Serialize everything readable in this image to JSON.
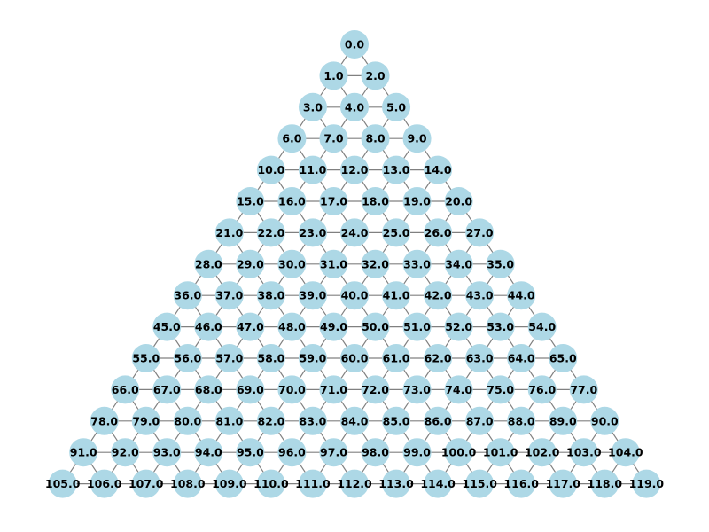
{
  "graph": {
    "type": "triangular-lattice",
    "rows": 15,
    "node_color": "#add8e6",
    "edge_color": "#808080",
    "label_color": "#000000",
    "labels": [
      "0.0",
      "1.0",
      "2.0",
      "3.0",
      "4.0",
      "5.0",
      "6.0",
      "7.0",
      "8.0",
      "9.0",
      "10.0",
      "11.0",
      "12.0",
      "13.0",
      "14.0",
      "15.0",
      "16.0",
      "17.0",
      "18.0",
      "19.0",
      "20.0",
      "21.0",
      "22.0",
      "23.0",
      "24.0",
      "25.0",
      "26.0",
      "27.0",
      "28.0",
      "29.0",
      "30.0",
      "31.0",
      "32.0",
      "33.0",
      "34.0",
      "35.0",
      "36.0",
      "37.0",
      "38.0",
      "39.0",
      "40.0",
      "41.0",
      "42.0",
      "43.0",
      "44.0",
      "45.0",
      "46.0",
      "47.0",
      "48.0",
      "49.0",
      "50.0",
      "51.0",
      "52.0",
      "53.0",
      "54.0",
      "55.0",
      "56.0",
      "57.0",
      "58.0",
      "59.0",
      "60.0",
      "61.0",
      "62.0",
      "63.0",
      "64.0",
      "65.0",
      "66.0",
      "67.0",
      "68.0",
      "69.0",
      "70.0",
      "71.0",
      "72.0",
      "73.0",
      "74.0",
      "75.0",
      "76.0",
      "77.0",
      "78.0",
      "79.0",
      "80.0",
      "81.0",
      "82.0",
      "83.0",
      "84.0",
      "85.0",
      "86.0",
      "87.0",
      "88.0",
      "89.0",
      "90.0",
      "91.0",
      "92.0",
      "93.0",
      "94.0",
      "95.0",
      "96.0",
      "97.0",
      "98.0",
      "99.0",
      "100.0",
      "101.0",
      "102.0",
      "103.0",
      "104.0",
      "105.0",
      "106.0",
      "107.0",
      "108.0",
      "109.0",
      "110.0",
      "111.0",
      "112.0",
      "113.0",
      "114.0",
      "115.0",
      "116.0",
      "117.0",
      "118.0",
      "119.0"
    ]
  }
}
